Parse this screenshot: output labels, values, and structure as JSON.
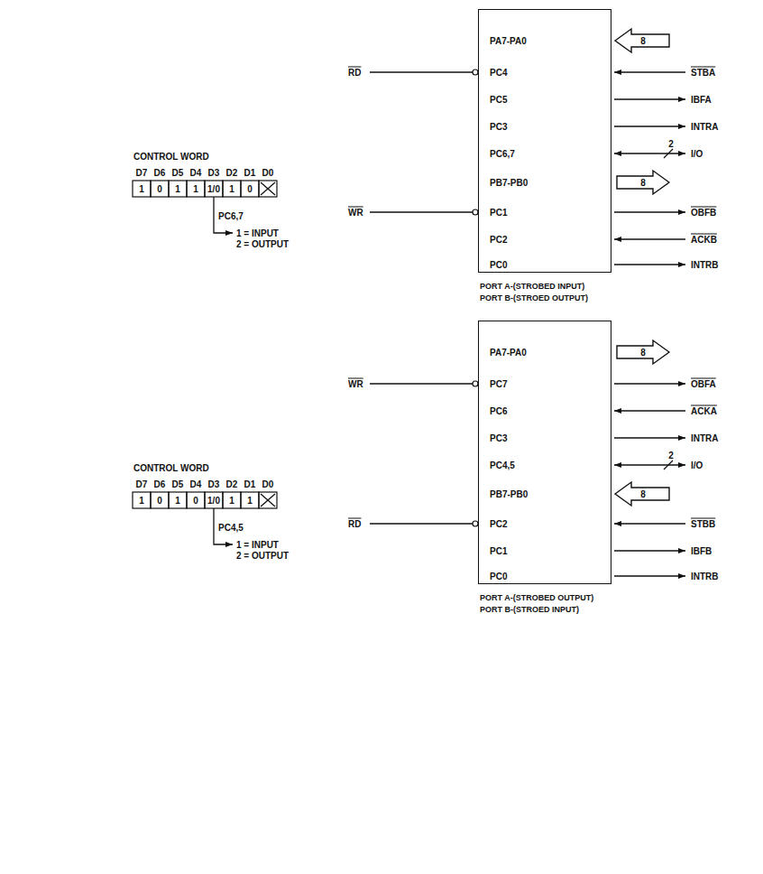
{
  "diagram": {
    "nodes": [
      {
        "text": [
          "PA7-PA0",
          "PC4",
          "PC5",
          "PC3",
          "PC6,7",
          "PB7-PB0",
          "PC1",
          "PC2",
          "PC0"
        ]
      },
      {
        "text": [
          "PA7-PA0",
          "PC7",
          "PC6",
          "PC3",
          "PC4,5",
          "PB7-PB0",
          "PC2",
          "PC1",
          "PC0"
        ]
      }
    ],
    "labels": [
      "RD",
      "CONTROL WORD",
      "D7",
      "D6",
      "D5",
      "D4",
      "D3",
      "D2",
      "D1",
      "D0",
      "1",
      "0",
      "1",
      "1",
      "1/0",
      "1",
      "0",
      "PC6,7",
      "1 = INPUT",
      "2 = OUTPUT",
      "WR",
      "8",
      "STBA",
      "IBFA",
      "INTRA",
      "2",
      "I/O",
      "8",
      "OBFB",
      "ACKB",
      "INTRB",
      "PORT A-(STROBED INPUT)",
      "PORT B-(STROED OUTPUT)",
      "WR",
      "CONTROL WORD",
      "D7",
      "D6",
      "D5",
      "D4",
      "D3",
      "D2",
      "D1",
      "D0",
      "1",
      "0",
      "1",
      "0",
      "1/0",
      "1",
      "1",
      "PC4,5",
      "1 = INPUT",
      "2 = OUTPUT",
      "RD",
      "8",
      "OBFA",
      "ACKA",
      "INTRA",
      "2",
      "I/O",
      "8",
      "STBB",
      "IBFB",
      "INTRB",
      "PORT A-(STROBED OUTPUT)",
      "PORT B-(STROED INPUT)"
    ]
  }
}
